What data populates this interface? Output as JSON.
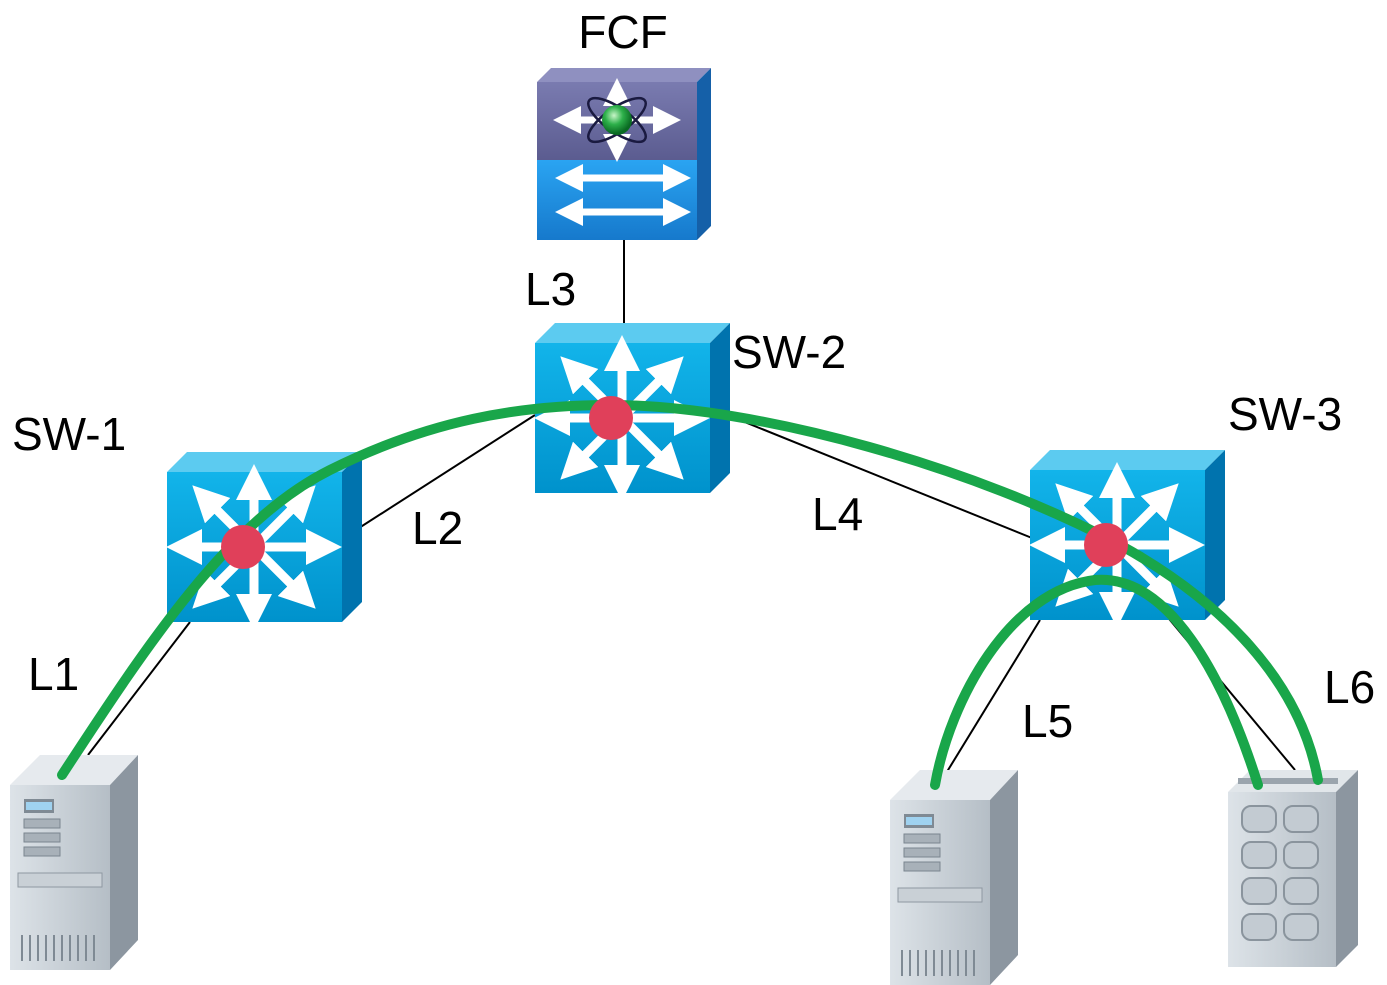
{
  "devices": {
    "fcf": {
      "label": "FCF"
    },
    "sw1": {
      "label": "SW-1"
    },
    "sw2": {
      "label": "SW-2"
    },
    "sw3": {
      "label": "SW-3"
    }
  },
  "links": {
    "l1": "L1",
    "l2": "L2",
    "l3": "L3",
    "l4": "L4",
    "l5": "L5",
    "l6": "L6"
  },
  "colors": {
    "switch_face": "#00A3DD",
    "switch_top": "#3FC1EE",
    "switch_side": "#0077B0",
    "fcf_top": "#6B6CA0",
    "fcf_bottom": "#1E90E6",
    "forwarder_dot": "#E0405A",
    "path": "#19A64A",
    "link": "#000000"
  },
  "icons": {
    "switch": "multilayer-switch-icon",
    "fcf": "fcf-switch-icon",
    "server": "server-tower-icon",
    "storage": "storage-array-icon"
  }
}
